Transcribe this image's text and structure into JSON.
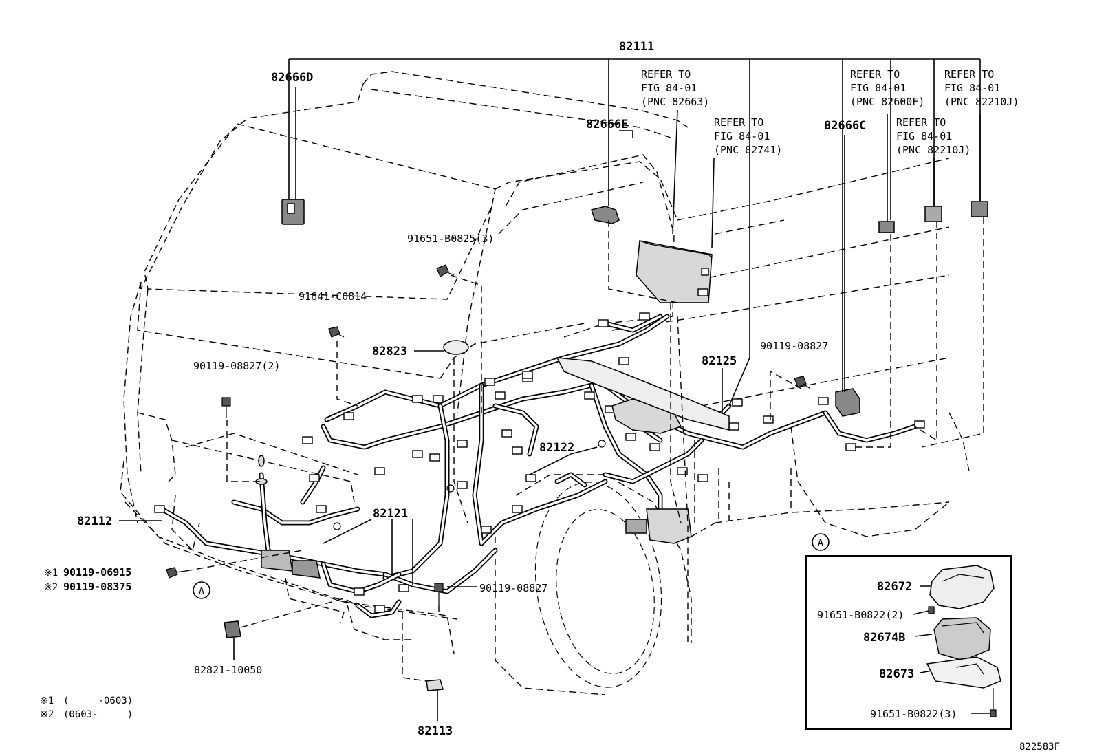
{
  "diagram_id": "822583F",
  "part_labels": {
    "p82111": "82111",
    "p82666D": "82666D",
    "p82666E": "82666E",
    "p82666C": "82666C",
    "p91651_B0825": "91651-B0825(3)",
    "p91641_C0814": "91641-C0814",
    "p82823": "82823",
    "p90119_08827_2": "90119-08827(2)",
    "p90119_08827_r": "90119-08827",
    "p82125": "82125",
    "p82122": "82122",
    "p82112": "82112",
    "p82121": "82121",
    "p90119_06915": "90119-06915",
    "p90119_08375": "90119-08375",
    "p90119_08827_b": "90119-08827",
    "p82821_10050": "82821-10050",
    "p82113": "82113",
    "p82672": "82672",
    "p91651_B0822_2": "91651-B0822(2)",
    "p82674B": "82674B",
    "p82673": "82673",
    "p91651_B0822_3": "91651-B0822(3)"
  },
  "references": [
    {
      "line1": "REFER TO",
      "line2": "FIG 84-01",
      "line3": "(PNC 82663)"
    },
    {
      "line1": "REFER TO",
      "line2": "FIG 84-01",
      "line3": "(PNC 82741)"
    },
    {
      "line1": "REFER TO",
      "line2": "FIG 84-01",
      "line3": "(PNC 82600F)"
    },
    {
      "line1": "REFER TO",
      "line2": "FIG 84-01",
      "line3": "(PNC 82210J)"
    },
    {
      "line1": "REFER TO",
      "line2": "FIG 84-01",
      "line3": "(PNC 82210J)"
    }
  ],
  "markers": {
    "mark1": "※1",
    "mark2": "※2",
    "circle_A": "A",
    "inset_A": "A"
  },
  "footnotes": {
    "note1_mark": "※1",
    "note1_text": "(     -0603)",
    "note2_mark": "※2",
    "note2_text": "(0603-     )"
  }
}
